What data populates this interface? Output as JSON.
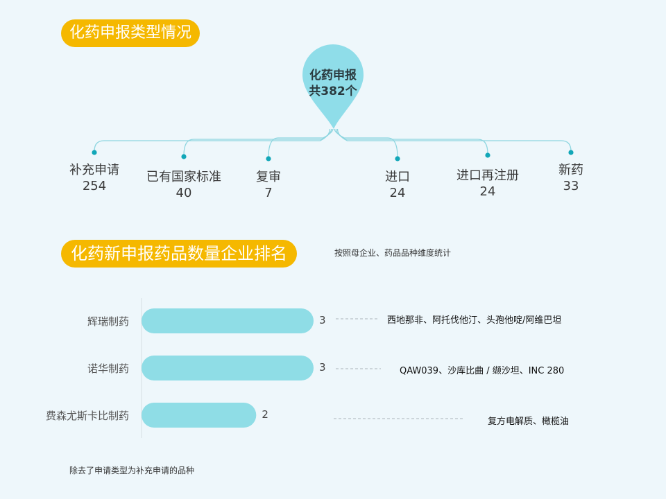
{
  "section1": {
    "title": "化药申报类型情况",
    "pin_line1": "化药申报",
    "pin_line2": "共382个"
  },
  "section2": {
    "title": "化药新申报药品数量企业排名",
    "subtitle": "按照母企业、药品品种维度统计"
  },
  "footnote": "除去了申请类型为补充申请的品种",
  "colors": {
    "accent": "#f5b800",
    "bar": "#8fdde6",
    "line": "#8fd6e0",
    "dot": "#12a7b8"
  },
  "chart_data": [
    {
      "type": "tree",
      "root": {
        "label": "化药申报",
        "value": 382
      },
      "categories": [
        "补充申请",
        "已有国家标准",
        "复审",
        "进口",
        "进口再注册",
        "新药"
      ],
      "values": [
        "254",
        "40",
        "7",
        "24",
        "24",
        "33"
      ]
    },
    {
      "type": "bar",
      "orientation": "horizontal",
      "categories": [
        "辉瑞制药",
        "诺华制药",
        "费森尤斯卡比制药"
      ],
      "values": [
        3,
        3,
        2
      ],
      "value_labels": [
        "3",
        "3",
        "2"
      ],
      "annotations": [
        "西地那非、阿托伐他汀、头孢他啶/阿维巴坦",
        "QAW039、沙库比曲 / 缬沙坦、INC 280",
        "复方电解质、橄榄油"
      ],
      "xlim": [
        0,
        3
      ]
    }
  ]
}
